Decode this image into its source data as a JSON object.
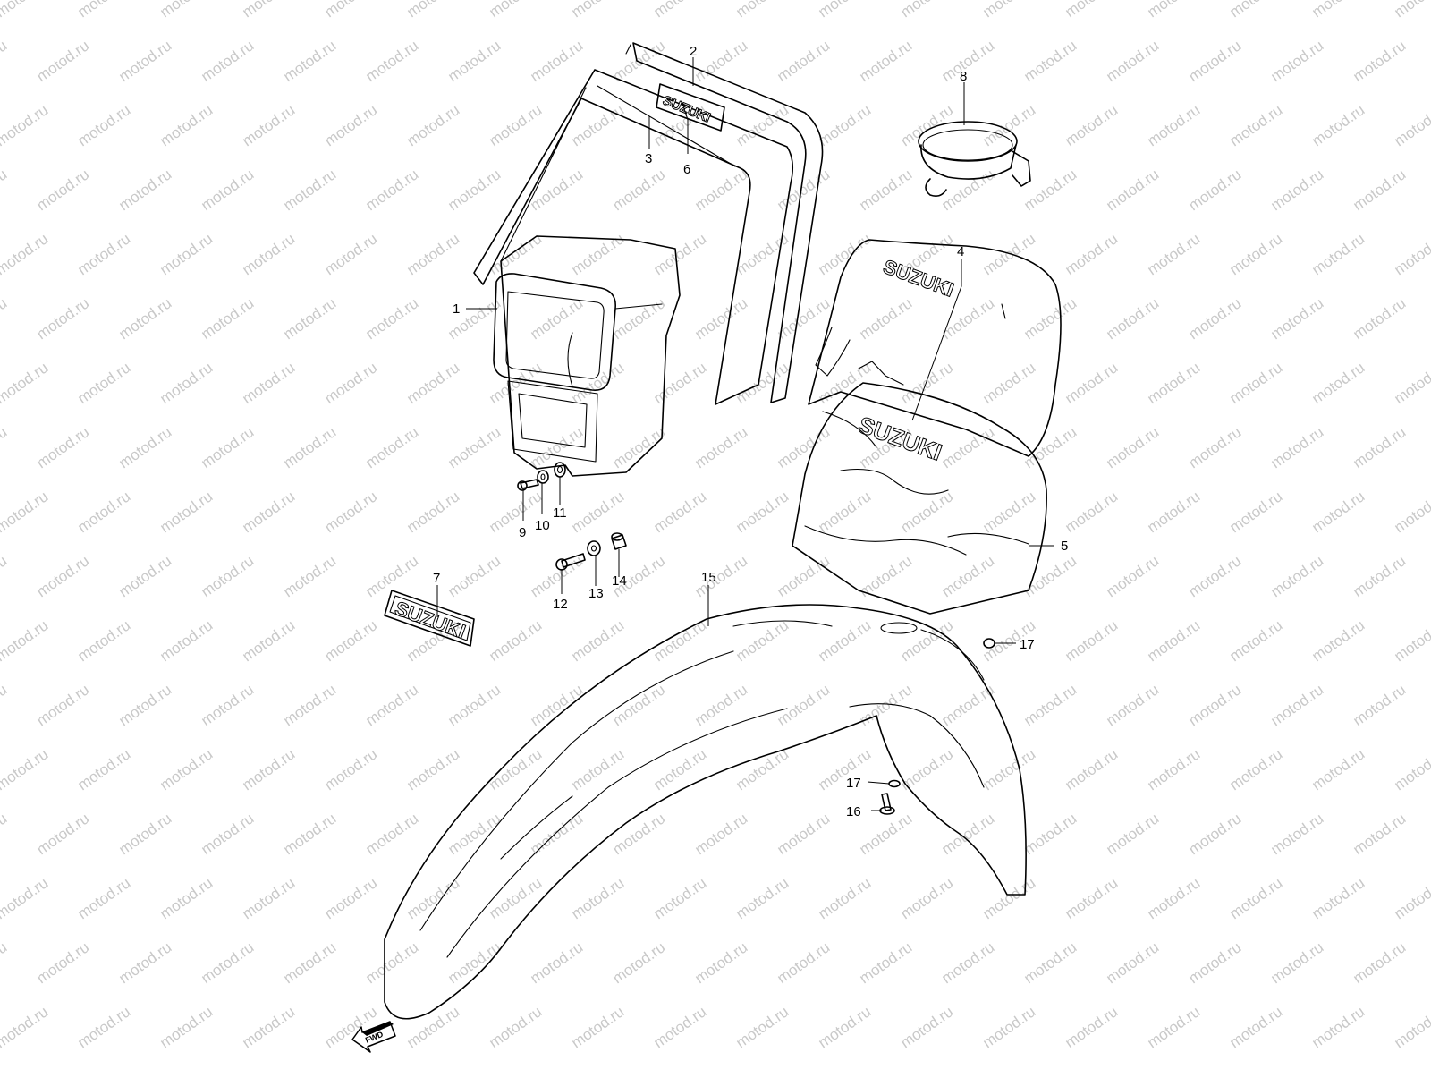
{
  "watermark": {
    "text": "motod.ru"
  },
  "logo": {
    "brand": "SUZUKI"
  },
  "fwd": {
    "label": "FWD"
  },
  "callouts": [
    {
      "id": "1",
      "label": "1"
    },
    {
      "id": "2",
      "label": "2"
    },
    {
      "id": "3",
      "label": "3"
    },
    {
      "id": "4",
      "label": "4"
    },
    {
      "id": "5",
      "label": "5"
    },
    {
      "id": "6",
      "label": "6"
    },
    {
      "id": "7",
      "label": "7"
    },
    {
      "id": "8",
      "label": "8"
    },
    {
      "id": "9",
      "label": "9"
    },
    {
      "id": "10",
      "label": "10"
    },
    {
      "id": "11",
      "label": "11"
    },
    {
      "id": "12",
      "label": "12"
    },
    {
      "id": "13",
      "label": "13"
    },
    {
      "id": "14",
      "label": "14"
    },
    {
      "id": "15",
      "label": "15"
    },
    {
      "id": "16",
      "label": "16"
    },
    {
      "id": "17a",
      "label": "17"
    },
    {
      "id": "17b",
      "label": "17"
    }
  ]
}
